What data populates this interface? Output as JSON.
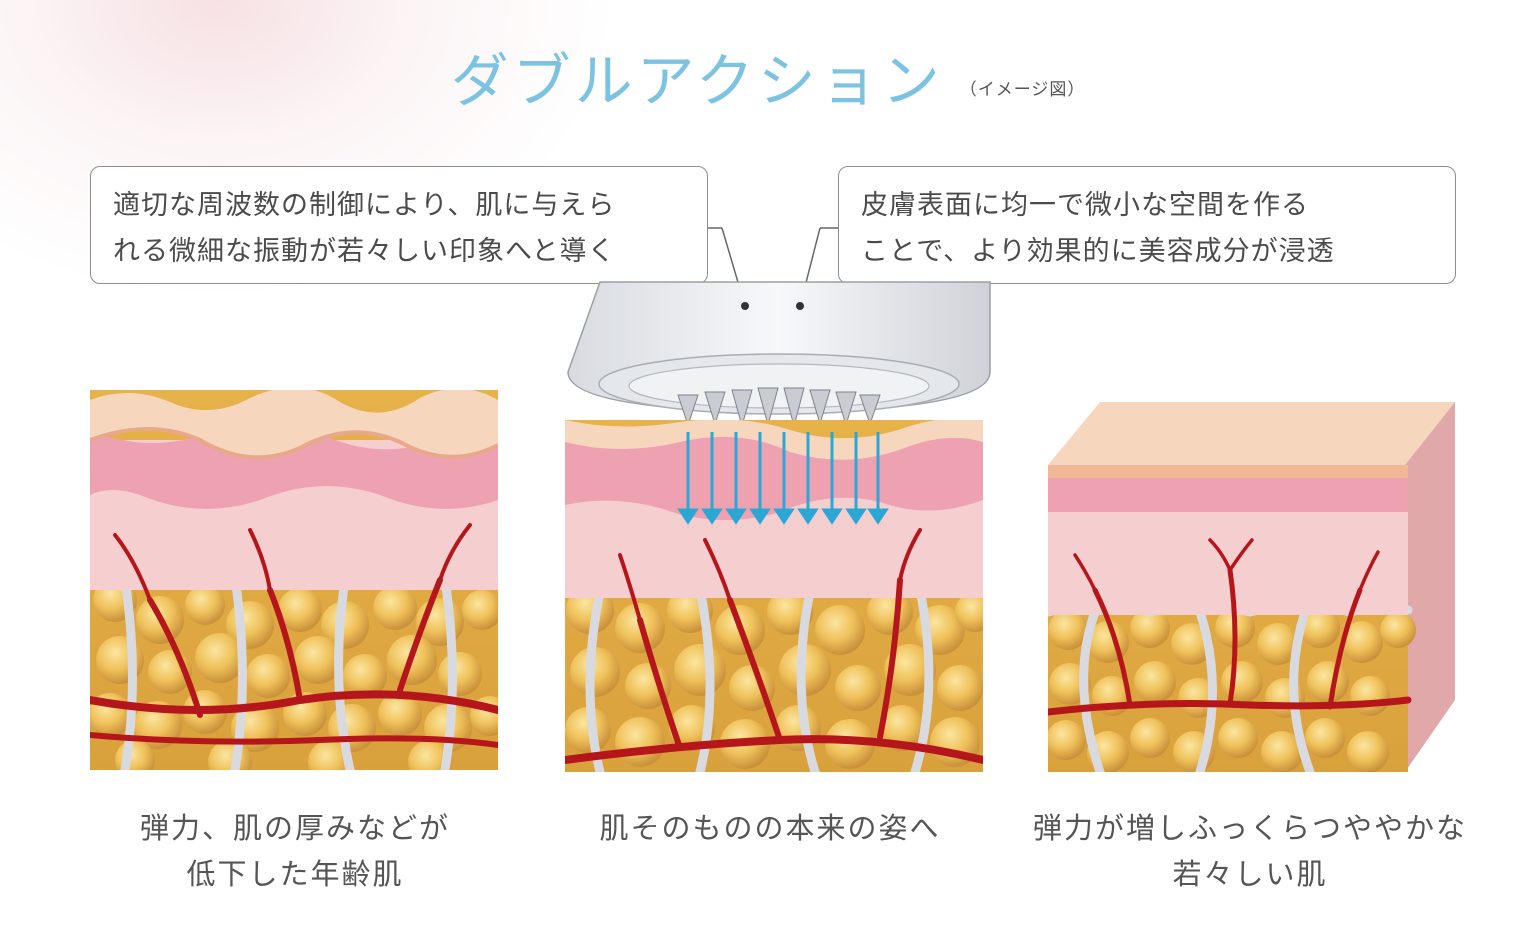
{
  "title": {
    "main": "ダブルアクション",
    "note": "（イメージ図）"
  },
  "callouts": {
    "left": [
      "適切な周波数の制御により、肌に与えら",
      "れる微細な振動が若々しい印象へと導く"
    ],
    "right": [
      "皮膚表面に均一で微小な空間を作る",
      "ことで、より効果的に美容成分が浸透"
    ]
  },
  "captions": {
    "aged": [
      "弾力、肌の厚みなどが",
      "低下した年齢肌"
    ],
    "middle": [
      "肌そのものの本来の姿へ"
    ],
    "young": [
      "弾力が増しふっくらつややかな",
      "若々しい肌"
    ]
  },
  "colors": {
    "title": "#7cc3e2",
    "arrow": "#2ba7d6",
    "epidermis": "#f6d7bd",
    "dermis_pink": "#eea1b0",
    "dermis_light": "#f5cfcf",
    "fat": "#efc15a",
    "vessel": "#b5161c",
    "septum": "#d9d9e0"
  },
  "icons": [
    "device-head-icon",
    "micro-needle-icon",
    "down-arrow-icon"
  ]
}
